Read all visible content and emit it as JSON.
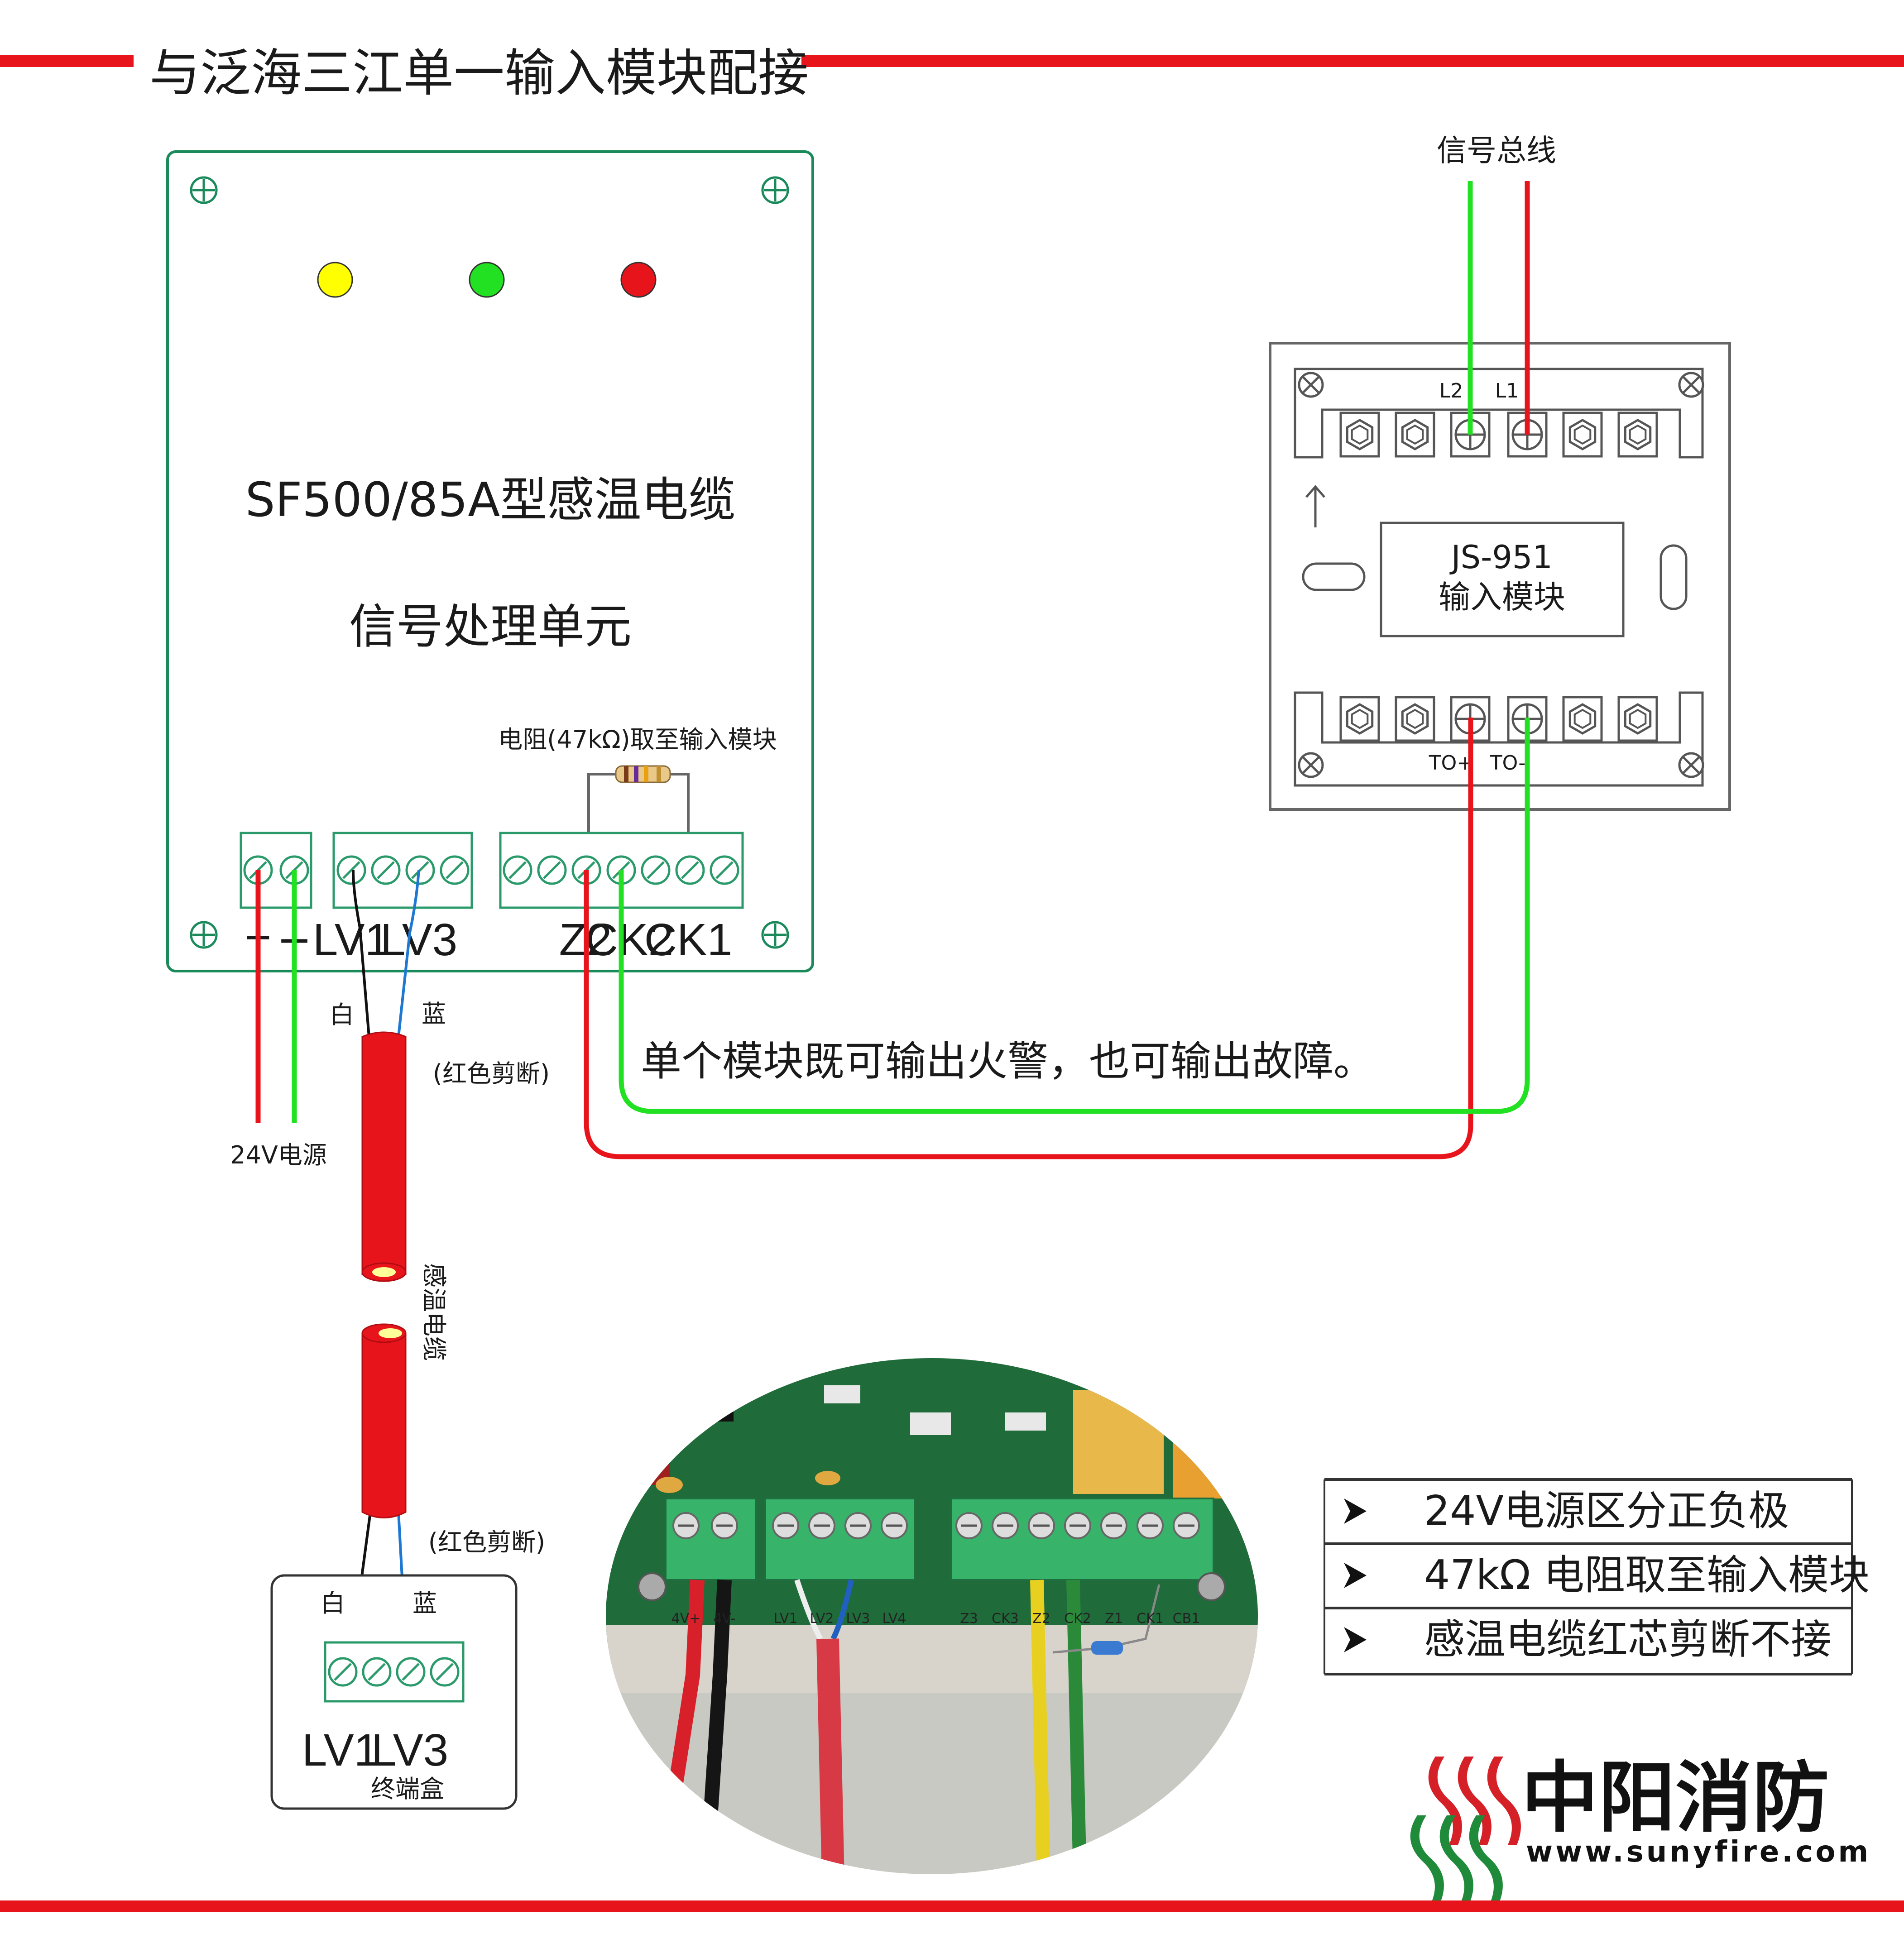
{
  "title": "与泛海三江单一输入模块配接",
  "colors": {
    "red": "#e8141c",
    "green": "#22e022",
    "yellow": "#ffff00",
    "panel_border": "#1a8a5a",
    "terminal_green": "#2a9a6a",
    "blue": "#1e78d2",
    "brand_red": "#d62028",
    "brand_green": "#1e8a3a"
  },
  "signal_unit": {
    "model": "SF500/85A型感温电缆",
    "name": "信号处理单元",
    "resistor_label": "电阻(47kΩ)取至输入模块",
    "terminal_labels": {
      "plus": "+",
      "minus": "--",
      "lv1": "LV1",
      "lv3": "LV3",
      "z2": "Z2",
      "ck2": "CK2",
      "ck1": "CK1"
    },
    "indicators": [
      "yellow",
      "green",
      "red"
    ]
  },
  "input_module": {
    "model": "JS-951",
    "name": "输入模块",
    "bus_label": "信号总线",
    "top_terminals": {
      "l2": "L2",
      "l1": "L1"
    },
    "bottom_terminals": {
      "to_plus": "TO+",
      "to_minus": "TO-"
    }
  },
  "wiring": {
    "power_label": "24V电源",
    "white": "白",
    "blue": "蓝",
    "cut_red": "(红色剪断)",
    "cable_label": "感温电缆",
    "note": "单个模块既可输出火警，也可输出故障。"
  },
  "end_box": {
    "name": "终端盒",
    "lv1": "LV1",
    "lv3": "LV3",
    "white": "白",
    "blue": "蓝",
    "cut_red": "(红色剪断)"
  },
  "photo": {
    "labels": [
      "4V+",
      "4V-",
      "LV1",
      "LV2",
      "LV3",
      "LV4",
      "Z3",
      "CK3",
      "Z2",
      "CK2",
      "Z1",
      "CK1",
      "CB1"
    ]
  },
  "notes": [
    "24V电源区分正负极",
    "47kΩ 电阻取至输入模块",
    "感温电缆红芯剪断不接"
  ],
  "brand": {
    "name": "中阳消防",
    "url": "www.sunyfire.com"
  }
}
